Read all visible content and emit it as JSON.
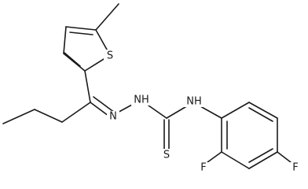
{
  "molecule": {
    "atom_labels": {
      "thiophene_sulfur": "S",
      "hydrazone_nitrogen": "N",
      "hydrazine_nh": "NH",
      "amide_nh": "NH",
      "thione_sulfur": "S",
      "ortho_fluorine": "F",
      "para_fluorine": "F"
    }
  }
}
